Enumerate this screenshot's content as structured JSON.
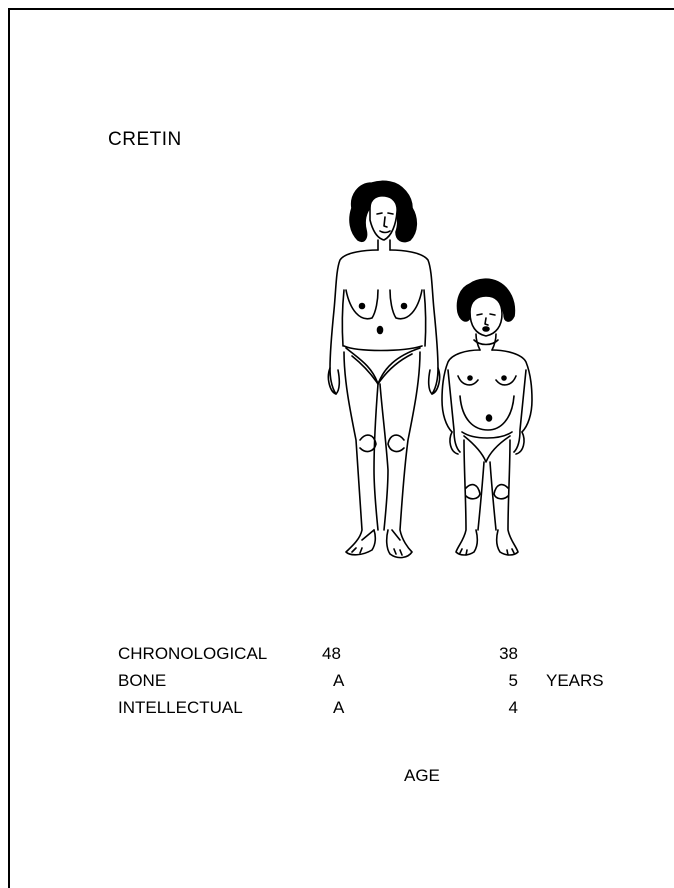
{
  "title": "CRETIN",
  "rows": [
    {
      "label": "CHRONOLOGICAL",
      "adult": "48",
      "child": "38"
    },
    {
      "label": "BONE",
      "adult": "A",
      "child": "5"
    },
    {
      "label": "INTELLECTUAL",
      "adult": "A",
      "child": "4"
    }
  ],
  "unit": "YEARS",
  "footer": "AGE",
  "figures": {
    "adult": "adult-woman-figure",
    "child": "cretin-child-figure"
  },
  "colors": {
    "ink": "#000000",
    "background": "#ffffff"
  }
}
